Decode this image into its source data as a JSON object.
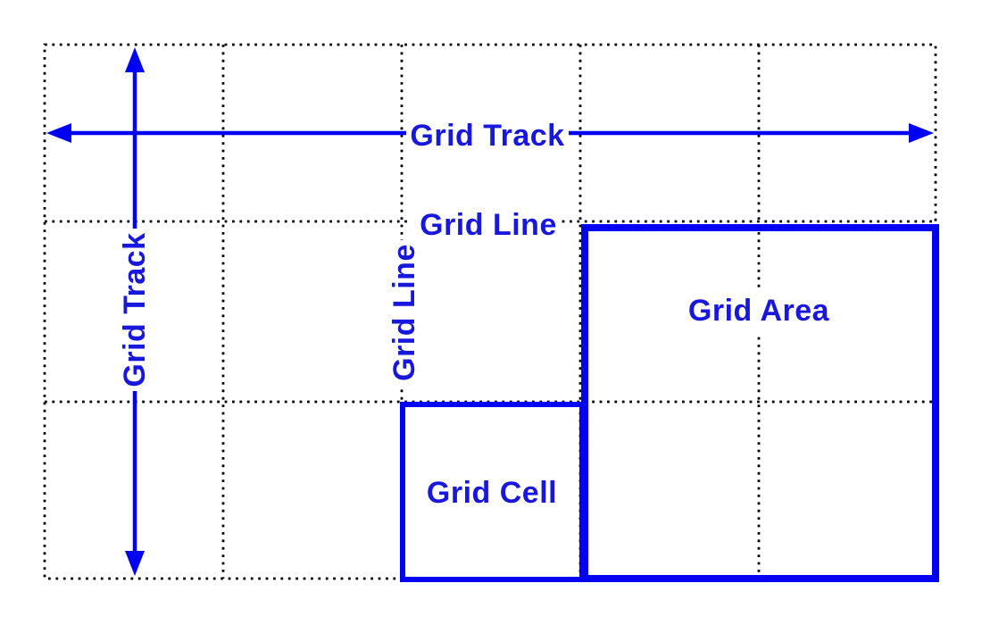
{
  "diagram": {
    "labels": {
      "grid_track_horizontal": "Grid Track",
      "grid_track_vertical": "Grid Track",
      "grid_line_horizontal": "Grid Line",
      "grid_line_vertical": "Grid Line",
      "grid_cell": "Grid Cell",
      "grid_area": "Grid Area"
    },
    "grid": {
      "columns": 5,
      "rows": 3
    },
    "colors": {
      "accent_blue": "#0000f2",
      "label_blue": "#1717dd",
      "dot_black": "#000000",
      "background": "#ffffff"
    }
  }
}
